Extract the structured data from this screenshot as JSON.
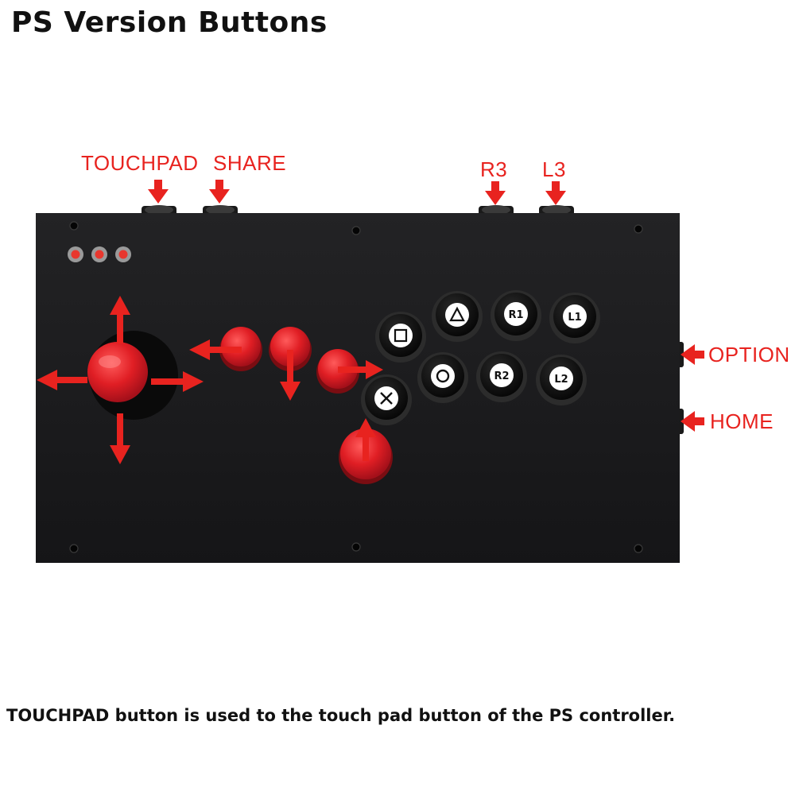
{
  "header": {
    "title": "PS Version Buttons"
  },
  "footer": {
    "caption": "TOUCHPAD button is used to the touch pad button of the PS controller."
  },
  "labels": {
    "touchpad": "TOUCHPAD",
    "share": "SHARE",
    "r3": "R3",
    "l3": "L3",
    "option": "OPTION",
    "home": "HOME"
  },
  "buttons": {
    "triangle": "△",
    "square": "□",
    "circle": "○",
    "cross": "✕",
    "r1": "R1",
    "l1": "L1",
    "r2": "R2",
    "l2": "L2"
  },
  "colors": {
    "accent": "#e8231f",
    "button_red": "#d81e22",
    "panel": "#1c1c1e",
    "button_black": "#0c0c0c"
  },
  "icons": [
    "arrow-up-icon",
    "arrow-down-icon",
    "arrow-left-icon",
    "arrow-right-icon"
  ]
}
